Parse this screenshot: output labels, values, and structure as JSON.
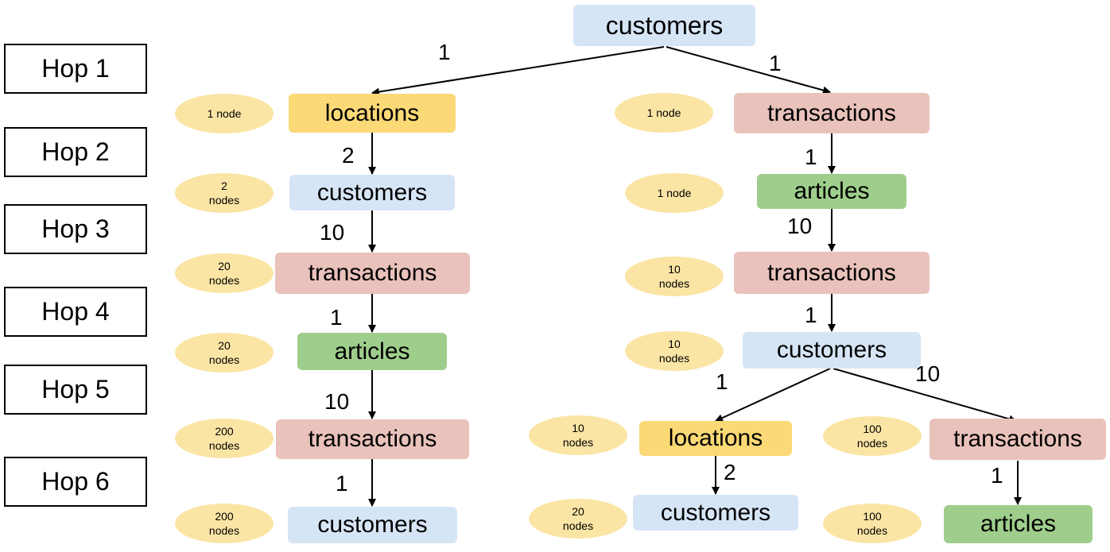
{
  "hops": [
    "Hop 1",
    "Hop 2",
    "Hop 3",
    "Hop 4",
    "Hop 5",
    "Hop 6"
  ],
  "nodes": {
    "root": "customers",
    "l1": "locations",
    "l2": "customers",
    "l3": "transactions",
    "l4": "articles",
    "l5": "transactions",
    "l6": "customers",
    "r1": "transactions",
    "r2": "articles",
    "r3": "transactions",
    "r4": "customers",
    "r5a": "locations",
    "r6a": "customers",
    "r5b": "transactions",
    "r6b": "articles"
  },
  "counts": {
    "l1": "1 node",
    "l2": "2\nnodes",
    "l3": "20\nnodes",
    "l4": "20\nnodes",
    "l5": "200\nnodes",
    "l6": "200\nnodes",
    "r1": "1 node",
    "r2": "1 node",
    "r3": "10\nnodes",
    "r4": "10\nnodes",
    "r5a": "10\nnodes",
    "r6a": "20\nnodes",
    "r5b": "100\nnodes",
    "r6b": "100\nnodes"
  },
  "edges": {
    "root_l1": "1",
    "root_r1": "1",
    "l1_l2": "2",
    "l2_l3": "10",
    "l3_l4": "1",
    "l4_l5": "10",
    "l5_l6": "1",
    "r1_r2": "1",
    "r2_r3": "10",
    "r3_r4": "1",
    "r4_r5a": "1",
    "r4_r5b": "10",
    "r5a_r6a": "2",
    "r5b_r6b": "1"
  },
  "colors": {
    "customers": "#d6e5f5",
    "locations": "#fbd976",
    "transactions": "#e9c2bb",
    "articles": "#9fce8c",
    "count_oval": "#fbe5a5"
  }
}
